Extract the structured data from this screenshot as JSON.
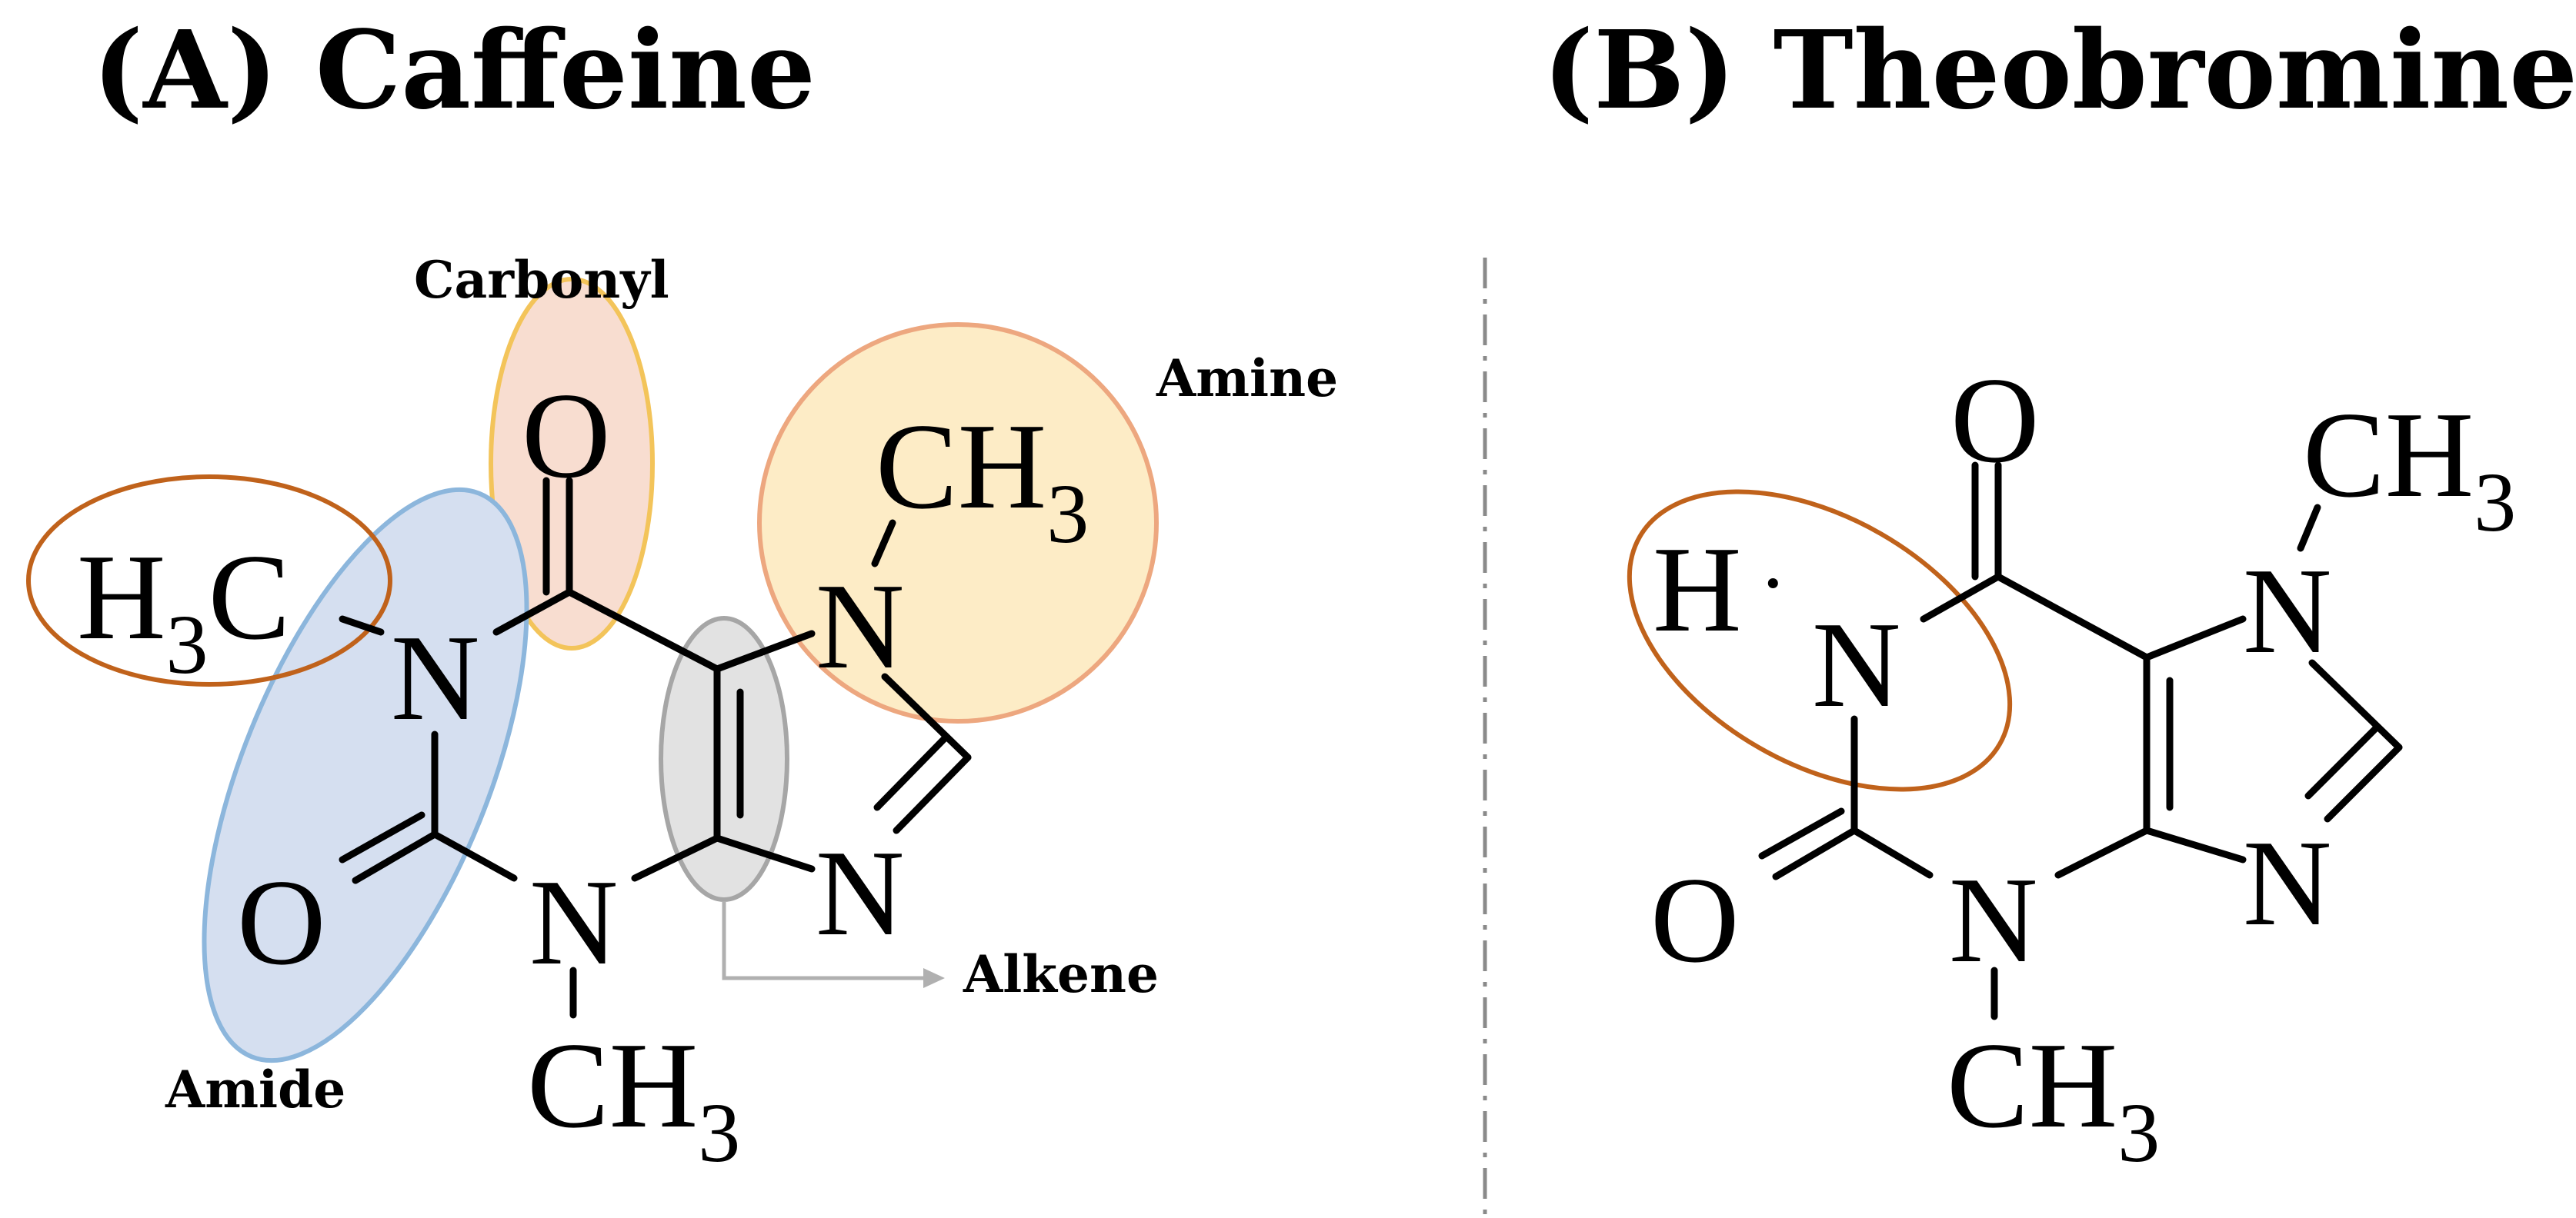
{
  "panels": {
    "a": {
      "title": "(A) Caffeine",
      "labels": {
        "carbonyl": "Carbonyl",
        "amine": "Amine",
        "amide": "Amide",
        "alkene": "Alkene"
      },
      "atoms": {
        "o_top": "O",
        "o_left": "O",
        "n1": "N",
        "n3": "N",
        "n7": "N",
        "n9": "N"
      },
      "methyl_left": {
        "main": "H",
        "sub": "3",
        "tail": "C"
      },
      "methyl_top": {
        "main": "CH",
        "sub": "3"
      },
      "methyl_bottom": {
        "main": "CH",
        "sub": "3"
      }
    },
    "b": {
      "title": "(B) Theobromine",
      "atoms": {
        "h": "H",
        "o_top": "O",
        "o_left": "O",
        "n1": "N",
        "n3": "N",
        "n7": "N",
        "n9": "N"
      },
      "methyl_top": {
        "main": "CH",
        "sub": "3"
      },
      "methyl_bottom": {
        "main": "CH",
        "sub": "3"
      }
    }
  },
  "colors": {
    "carbonyl_fill": "#f8ddd0",
    "carbonyl_stroke": "#f3c45a",
    "amine_fill": "#fdecc6",
    "amine_stroke": "#eda77f",
    "amide_fill": "#d5dff0",
    "amide_stroke": "#8cb6dc",
    "alkene_fill": "#e2e2e2",
    "alkene_stroke": "#a6a6a6",
    "methyl_ring": "#c0621b"
  }
}
